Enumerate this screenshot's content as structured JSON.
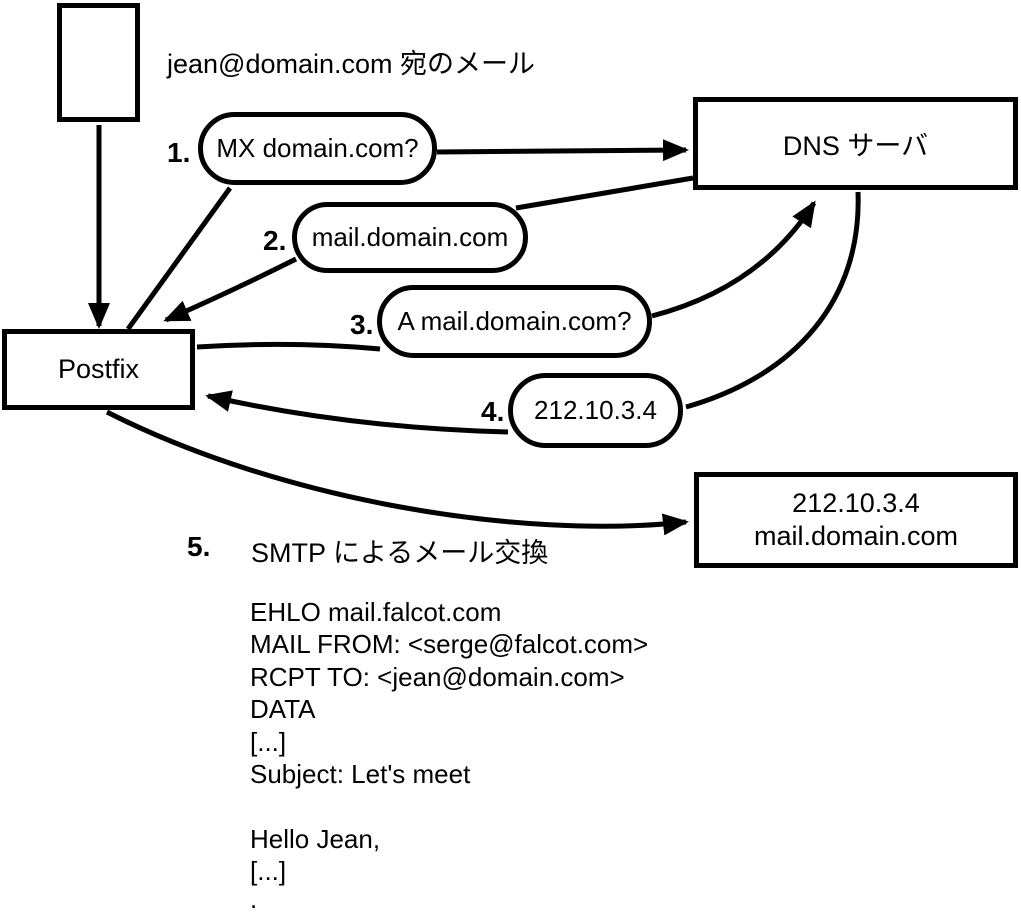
{
  "colors": {
    "stroke": "#000000",
    "background": "#ffffff",
    "text": "#000000"
  },
  "caption_top": "jean@domain.com 宛のメール",
  "nodes": {
    "postfix_label": "Postfix",
    "dns_label": "DNS サーバ",
    "server_line1": "212.10.3.4",
    "server_line2": "mail.domain.com"
  },
  "steps": [
    {
      "num": "1.",
      "label": "MX domain.com?"
    },
    {
      "num": "2.",
      "label": "mail.domain.com"
    },
    {
      "num": "3.",
      "label": "A mail.domain.com?"
    },
    {
      "num": "4.",
      "label": "212.10.3.4"
    },
    {
      "num": "5.",
      "label": "SMTP によるメール交換"
    }
  ],
  "smtp_session": "EHLO mail.falcot.com\nMAIL FROM: <serge@falcot.com>\nRCPT TO: <jean@domain.com>\nDATA\n[...]\nSubject: Let's meet\n\nHello Jean,\n[...]",
  "smtp_terminator": "."
}
